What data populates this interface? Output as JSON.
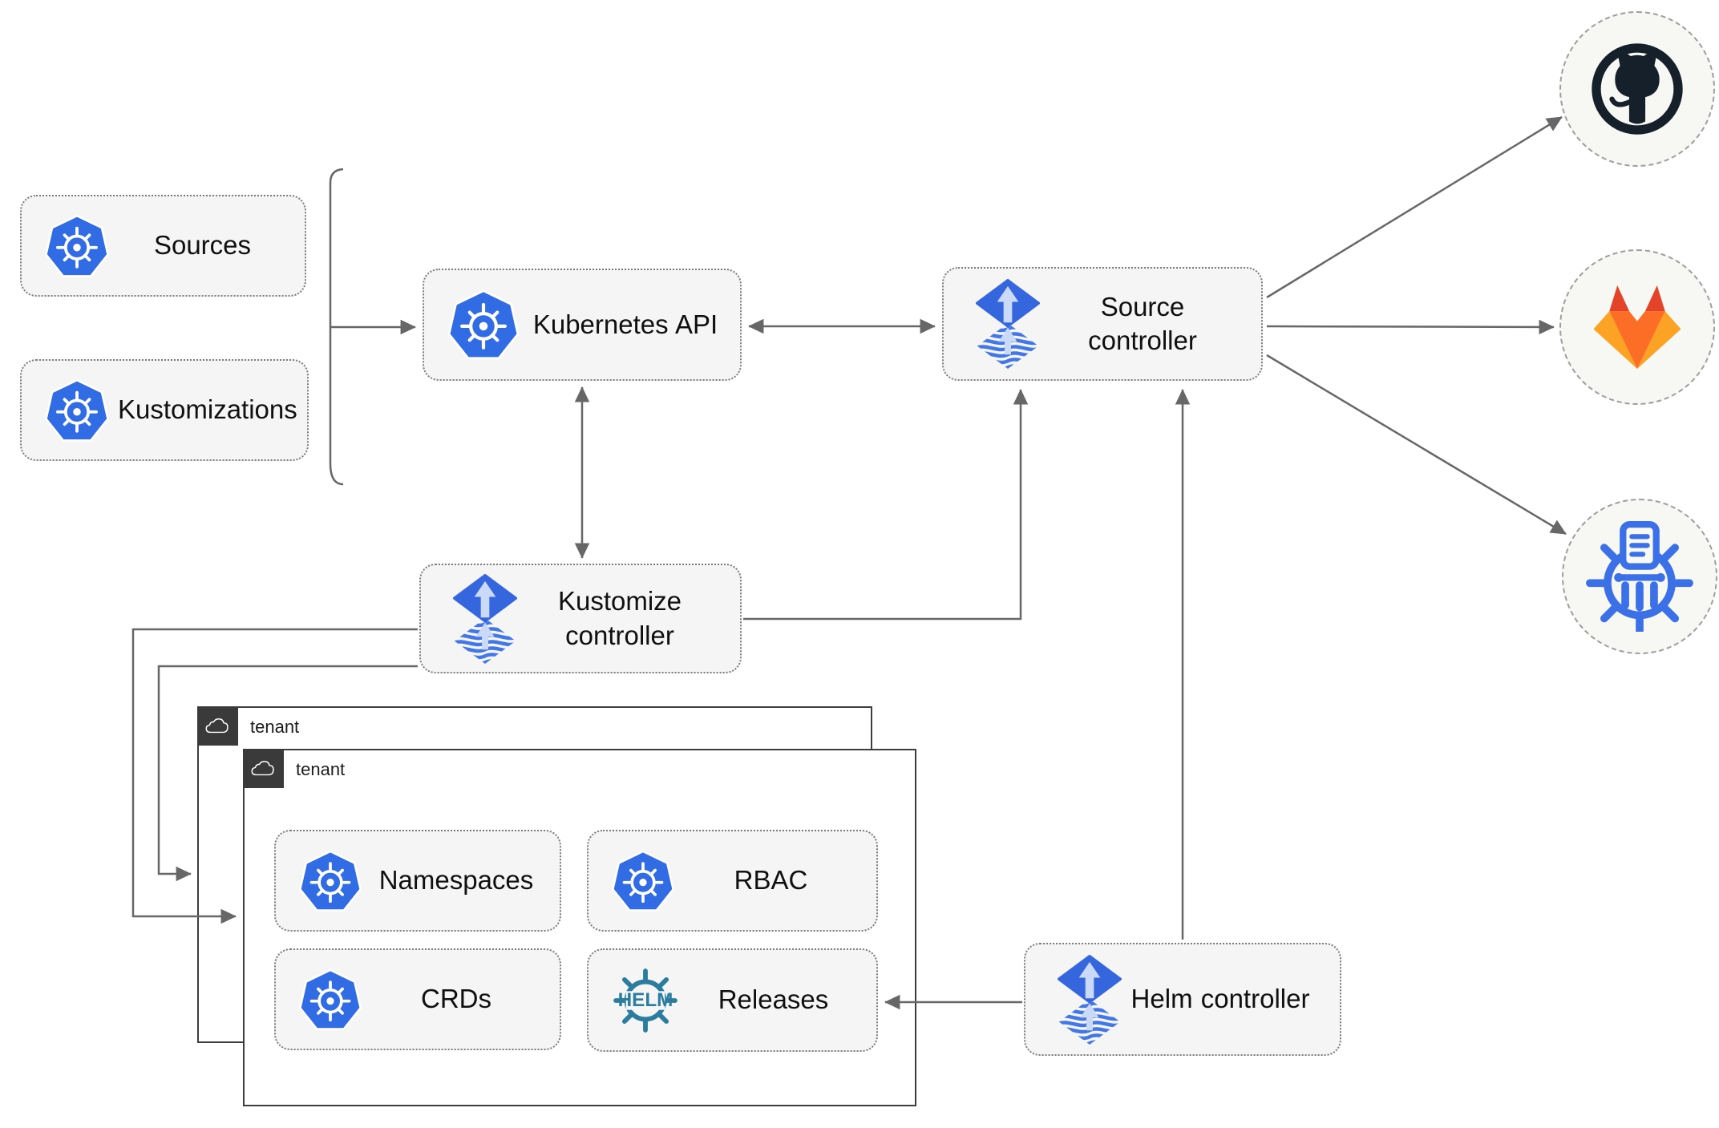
{
  "diagram": {
    "nodes": {
      "sources": {
        "label": "Sources",
        "icon": "kubernetes-icon"
      },
      "kustomizations": {
        "label": "Kustomizations",
        "icon": "kubernetes-icon"
      },
      "kubernetes_api": {
        "label": "Kubernetes API",
        "icon": "kubernetes-icon"
      },
      "source_controller": {
        "label": "Source controller",
        "icon": "flux-icon"
      },
      "kustomize_controller": {
        "label": "Kustomize controller",
        "icon": "flux-icon"
      },
      "helm_controller": {
        "label": "Helm controller",
        "icon": "flux-icon"
      },
      "namespaces": {
        "label": "Namespaces",
        "icon": "kubernetes-icon"
      },
      "rbac": {
        "label": "RBAC",
        "icon": "kubernetes-icon"
      },
      "crds": {
        "label": "CRDs",
        "icon": "kubernetes-icon"
      },
      "releases": {
        "label": "Releases",
        "icon": "helm-icon",
        "icon_text": "HELM"
      }
    },
    "tenants": {
      "outer": {
        "label": "tenant",
        "icon": "cloud-icon"
      },
      "inner": {
        "label": "tenant",
        "icon": "cloud-icon"
      }
    },
    "endpoints": {
      "github": {
        "icon": "github-icon"
      },
      "gitlab": {
        "icon": "gitlab-icon"
      },
      "chartmuseum": {
        "icon": "chartmuseum-icon"
      }
    },
    "edges": [
      {
        "from": "sources / kustomizations",
        "to": "kubernetes_api",
        "style": "brace-arrow"
      },
      {
        "from": "kubernetes_api",
        "to": "source_controller",
        "style": "double-arrow"
      },
      {
        "from": "kubernetes_api",
        "to": "kustomize_controller",
        "style": "double-arrow"
      },
      {
        "from": "kustomize_controller",
        "to": "source_controller",
        "style": "arrow"
      },
      {
        "from": "kustomize_controller",
        "to": "tenant-outer",
        "style": "arrow"
      },
      {
        "from": "kustomize_controller",
        "to": "tenant-inner",
        "style": "arrow"
      },
      {
        "from": "helm_controller",
        "to": "source_controller",
        "style": "arrow"
      },
      {
        "from": "helm_controller",
        "to": "releases",
        "style": "arrow"
      },
      {
        "from": "source_controller",
        "to": "github",
        "style": "arrow"
      },
      {
        "from": "source_controller",
        "to": "gitlab",
        "style": "arrow"
      },
      {
        "from": "source_controller",
        "to": "chartmuseum",
        "style": "arrow"
      }
    ],
    "colors": {
      "kubernetes_blue": "#326ce5",
      "flux_blue": "#3666dd",
      "flux_stripe": "#4377e8",
      "flux_light_arrow": "#c9d9f7",
      "helm_teal": "#2b7c9e",
      "chartmuseum_blue": "#3b70e6",
      "github_dark": "#15202b",
      "gitlab_red": "#e24329",
      "gitlab_orange": "#fc6d26",
      "gitlab_yellow": "#fca326",
      "arrow_gray": "#676767",
      "node_fill": "#f5f5f5",
      "tenant_border": "#3d3d3d",
      "tenant_header": "#3a3a3a"
    }
  }
}
